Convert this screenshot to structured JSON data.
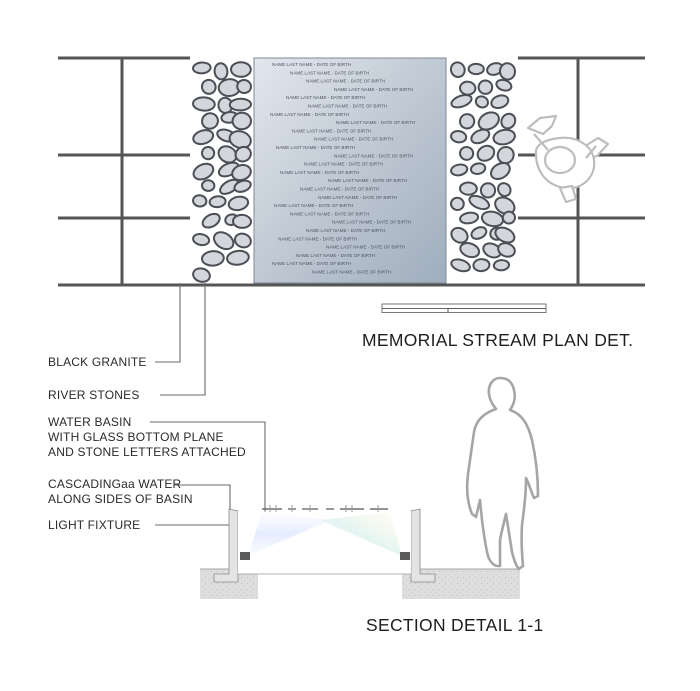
{
  "titles": {
    "plan": "MEMORIAL STREAM PLAN DET.",
    "section": "SECTION DETAIL 1-1"
  },
  "callouts": {
    "black_granite": "BLACK GRANITE",
    "river_stones": "RIVER STONES",
    "water_basin": [
      "WATER BASIN",
      "WITH GLASS BOTTOM PLANE",
      "AND STONE LETTERS ATTACHED"
    ],
    "cascading_water": [
      "CASCADINGaa WATER",
      "ALONG SIDES OF BASIN"
    ],
    "light_fixture": "LIGHT FIXTURE"
  },
  "name_entry": "NAME   LAST NAME   -   DATE OF BIRTH",
  "name_rows": 26,
  "colors": {
    "line": "#555555",
    "plate_light": "#d6dde5",
    "plate_dark": "#9ba9b8",
    "stone_fill": "#d3d6db",
    "stone_stroke": "#4b4f55",
    "concrete": "#dcdcdc"
  }
}
